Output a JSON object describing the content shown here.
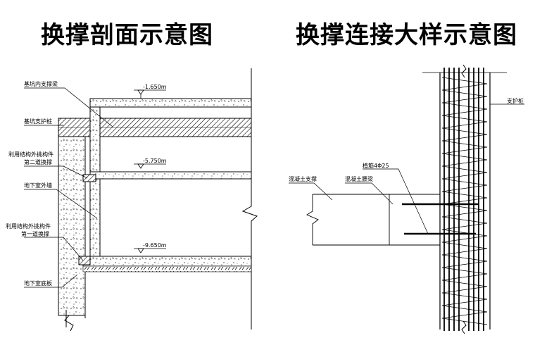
{
  "titles": {
    "left": "换撑剖面示意图",
    "right": "换撑连接大样示意图"
  },
  "section": {
    "labels": {
      "inner_strut": "基坑内支撑梁",
      "support_pile": "基坑支护桩",
      "second_strut_line1": "利用结构外挑构件",
      "second_strut_line2": "第二道换撑",
      "basement_wall": "地下室外墙",
      "first_strut_line1": "利用结构外挑构件",
      "first_strut_line2": "第一道换撑",
      "basement_floor": "地下室底板"
    },
    "elevations": {
      "top": "-1.650m",
      "middle": "-5.750m",
      "bottom": "-9.650m"
    }
  },
  "detail": {
    "labels": {
      "pile": "支护桩",
      "anchor_bar": "植筋4Φ25",
      "concrete_strut": "混凝土支撑",
      "concrete_beam": "混凝土腰梁"
    }
  }
}
